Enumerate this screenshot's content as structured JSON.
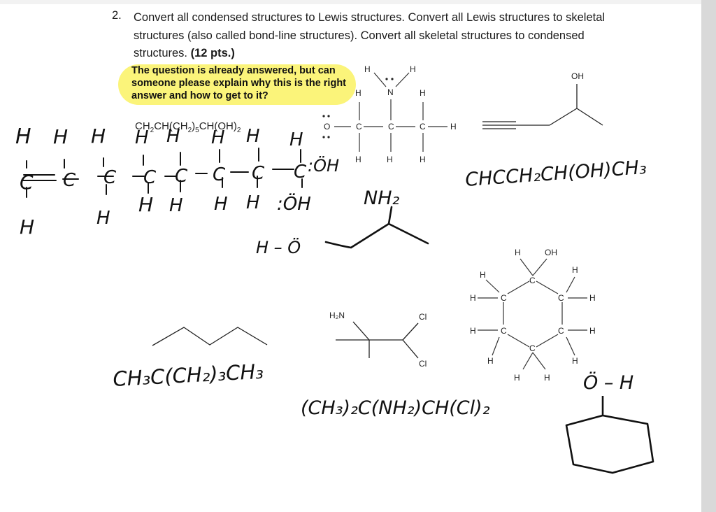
{
  "question": {
    "number": "2.",
    "text": "Convert all condensed structures to Lewis structures.  Convert all Lewis structures to skeletal structures (also called bond-line structures).  Convert all skeletal structures to condensed structures.",
    "points": "(12 pts.)"
  },
  "highlight_note": "The question is already answered, but can someone please explain why this is the right answer and how to get to it?",
  "condensed_1": {
    "part1": "CH",
    "sub1": "2",
    "part2": "CH(CH",
    "sub2": "2",
    "part3": ")",
    "sub3": "5",
    "part4": "CH(OH)",
    "sub4": "2"
  },
  "atom_labels": {
    "H": "H",
    "C": "C",
    "N": "N",
    "O": "O",
    "OH": "OH",
    "H2N": "H₂N",
    "Cl": "Cl"
  },
  "handwritten_answers": {
    "cond_answer_1": "CHCCH₂CH(OH)CH₃",
    "nh2_label": "NH₂",
    "ho_label": "H – Ö",
    "cond_answer_2": "CH₃C(CH₂)₃CH₃",
    "cond_answer_3": "(CH₃)₂C(NH₂)CH(Cl)₂",
    "oh_label": "Ö – H",
    "lewis_oh": ":ÖH",
    "lewis_h": "H",
    "lewis_c": "C",
    "lewis_double": "C = C"
  },
  "colors": {
    "highlight": "#fbf47a",
    "ink": "#111111",
    "print": "#222222"
  }
}
